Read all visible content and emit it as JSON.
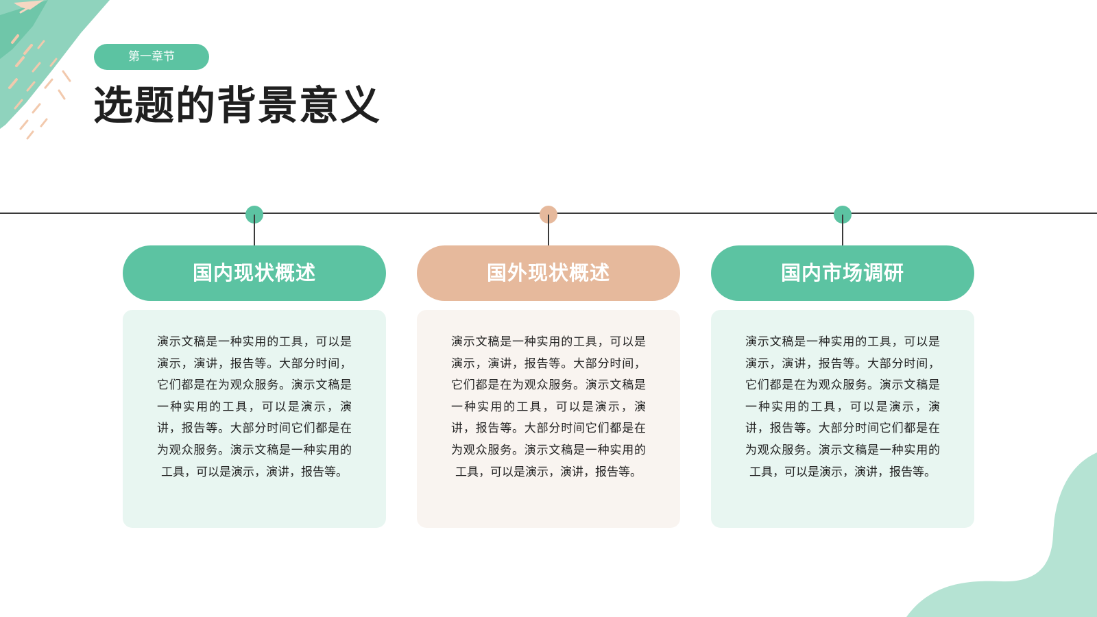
{
  "slide": {
    "chapter_label": "第一章节",
    "title": "选题的背景意义"
  },
  "colors": {
    "green": "#5cc3a2",
    "peach": "#e6b99c",
    "green_light": "#e8f6f1",
    "peach_light": "#f9f4f0",
    "line": "#3a3a3a",
    "title_text": "#1f1f1f",
    "body_text": "#222222"
  },
  "cards": [
    {
      "title": "国内现状概述",
      "theme": "green",
      "body": "演示文稿是一种实用的工具，可以是演示，演讲，报告等。大部分时间，它们都是在为观众服务。演示文稿是一种实用的工具，可以是演示，演讲，报告等。大部分时间它们都是在为观众服务。演示文稿是一种实用的工具，可以是演示，演讲，报告等。"
    },
    {
      "title": "国外现状概述",
      "theme": "peach",
      "body": "演示文稿是一种实用的工具，可以是演示，演讲，报告等。大部分时间，它们都是在为观众服务。演示文稿是一种实用的工具，可以是演示，演讲，报告等。大部分时间它们都是在为观众服务。演示文稿是一种实用的工具，可以是演示，演讲，报告等。"
    },
    {
      "title": "国内市场调研",
      "theme": "green",
      "body": "演示文稿是一种实用的工具，可以是演示，演讲，报告等。大部分时间，它们都是在为观众服务。演示文稿是一种实用的工具，可以是演示，演讲，报告等。大部分时间它们都是在为观众服务。演示文稿是一种实用的工具，可以是演示，演讲，报告等。"
    }
  ]
}
